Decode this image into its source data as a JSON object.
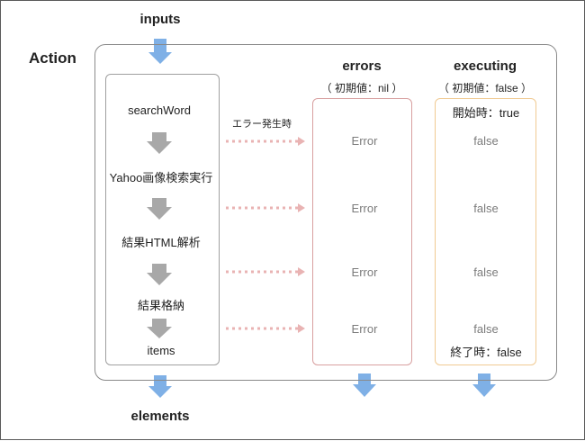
{
  "diagram": {
    "inputs_label": "inputs",
    "action_label": "Action",
    "elements_label": "elements",
    "flow": {
      "steps": [
        "searchWord",
        "Yahoo画像検索実行",
        "結果HTML解析",
        "結果格納",
        "items"
      ]
    },
    "error_note": "エラー発生時",
    "errors": {
      "title": "errors",
      "initial": "（ 初期値：nil ）",
      "values": [
        "Error",
        "Error",
        "Error",
        "Error"
      ]
    },
    "executing": {
      "title": "executing",
      "initial": "（ 初期値：false ）",
      "start": "開始時：true",
      "values": [
        "false",
        "false",
        "false",
        "false"
      ],
      "end": "終了時：false"
    },
    "colors": {
      "blue_arrow": "#7fb0e6",
      "gray_arrow": "#a8a8a8",
      "pink_dots": "#e9b3b3",
      "errors_border": "#d8a0a0",
      "executing_border": "#f0ca92"
    }
  }
}
